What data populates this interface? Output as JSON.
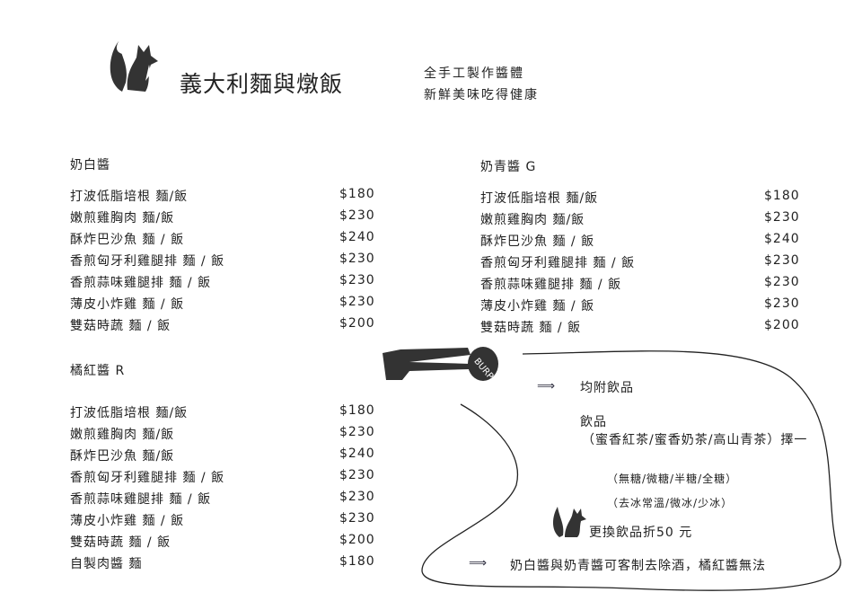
{
  "header": {
    "title": "義大利麵與燉飯",
    "slogan": [
      "全手工製作醬體",
      "新鮮美味吃得健康"
    ]
  },
  "sections": [
    {
      "name": "奶白醬",
      "items": [
        {
          "name": "打波低脂培根 麵/飯",
          "price": "$180"
        },
        {
          "name": "嫩煎雞胸肉 麵/飯",
          "price": "$230"
        },
        {
          "name": "酥炸巴沙魚 麵 / 飯",
          "price": "$240"
        },
        {
          "name": "香煎匈牙利雞腿排 麵 / 飯",
          "price": "$230"
        },
        {
          "name": "香煎蒜味雞腿排 麵 / 飯",
          "price": "$230"
        },
        {
          "name": "薄皮小炸雞 麵 / 飯",
          "price": "$230"
        },
        {
          "name": "雙菇時蔬 麵 / 飯",
          "price": "$200"
        }
      ]
    },
    {
      "name": "奶青醬 G",
      "items": [
        {
          "name": "打波低脂培根 麵/飯",
          "price": "$180"
        },
        {
          "name": "嫩煎雞胸肉 麵/飯",
          "price": "$230"
        },
        {
          "name": "酥炸巴沙魚 麵 / 飯",
          "price": "$240"
        },
        {
          "name": "香煎匈牙利雞腿排 麵 / 飯",
          "price": "$230"
        },
        {
          "name": "香煎蒜味雞腿排 麵 / 飯",
          "price": "$230"
        },
        {
          "name": "薄皮小炸雞 麵 / 飯",
          "price": "$230"
        },
        {
          "name": "雙菇時蔬 麵 / 飯",
          "price": "$200"
        }
      ]
    },
    {
      "name": "橘紅醬 R",
      "items": [
        {
          "name": "打波低脂培根 麵/飯",
          "price": "$180"
        },
        {
          "name": "嫩煎雞胸肉 麵/飯",
          "price": "$230"
        },
        {
          "name": "酥炸巴沙魚 麵/飯",
          "price": "$240"
        },
        {
          "name": "香煎匈牙利雞腿排 麵 / 飯",
          "price": "$230"
        },
        {
          "name": "香煎蒜味雞腿排 麵 / 飯",
          "price": "$230"
        },
        {
          "name": "薄皮小炸雞 麵 / 飯",
          "price": "$230"
        },
        {
          "name": "雙菇時蔬 麵 / 飯",
          "price": "$200"
        },
        {
          "name": "自製肉醬 麵",
          "price": "$180"
        }
      ]
    }
  ],
  "drinks": {
    "bubble": "BURP",
    "included": "均附飲品",
    "label": "飲品",
    "choices": "（蜜香紅茶/蜜香奶茶/高山青茶）擇一",
    "sugar": "（無糖/微糖/半糖/全糖）",
    "ice": "（去冰常溫/微冰/少冰）",
    "swap": "更換飲品折50 元",
    "note": "奶白醬與奶青醬可客制去除酒，橘紅醬無法"
  }
}
